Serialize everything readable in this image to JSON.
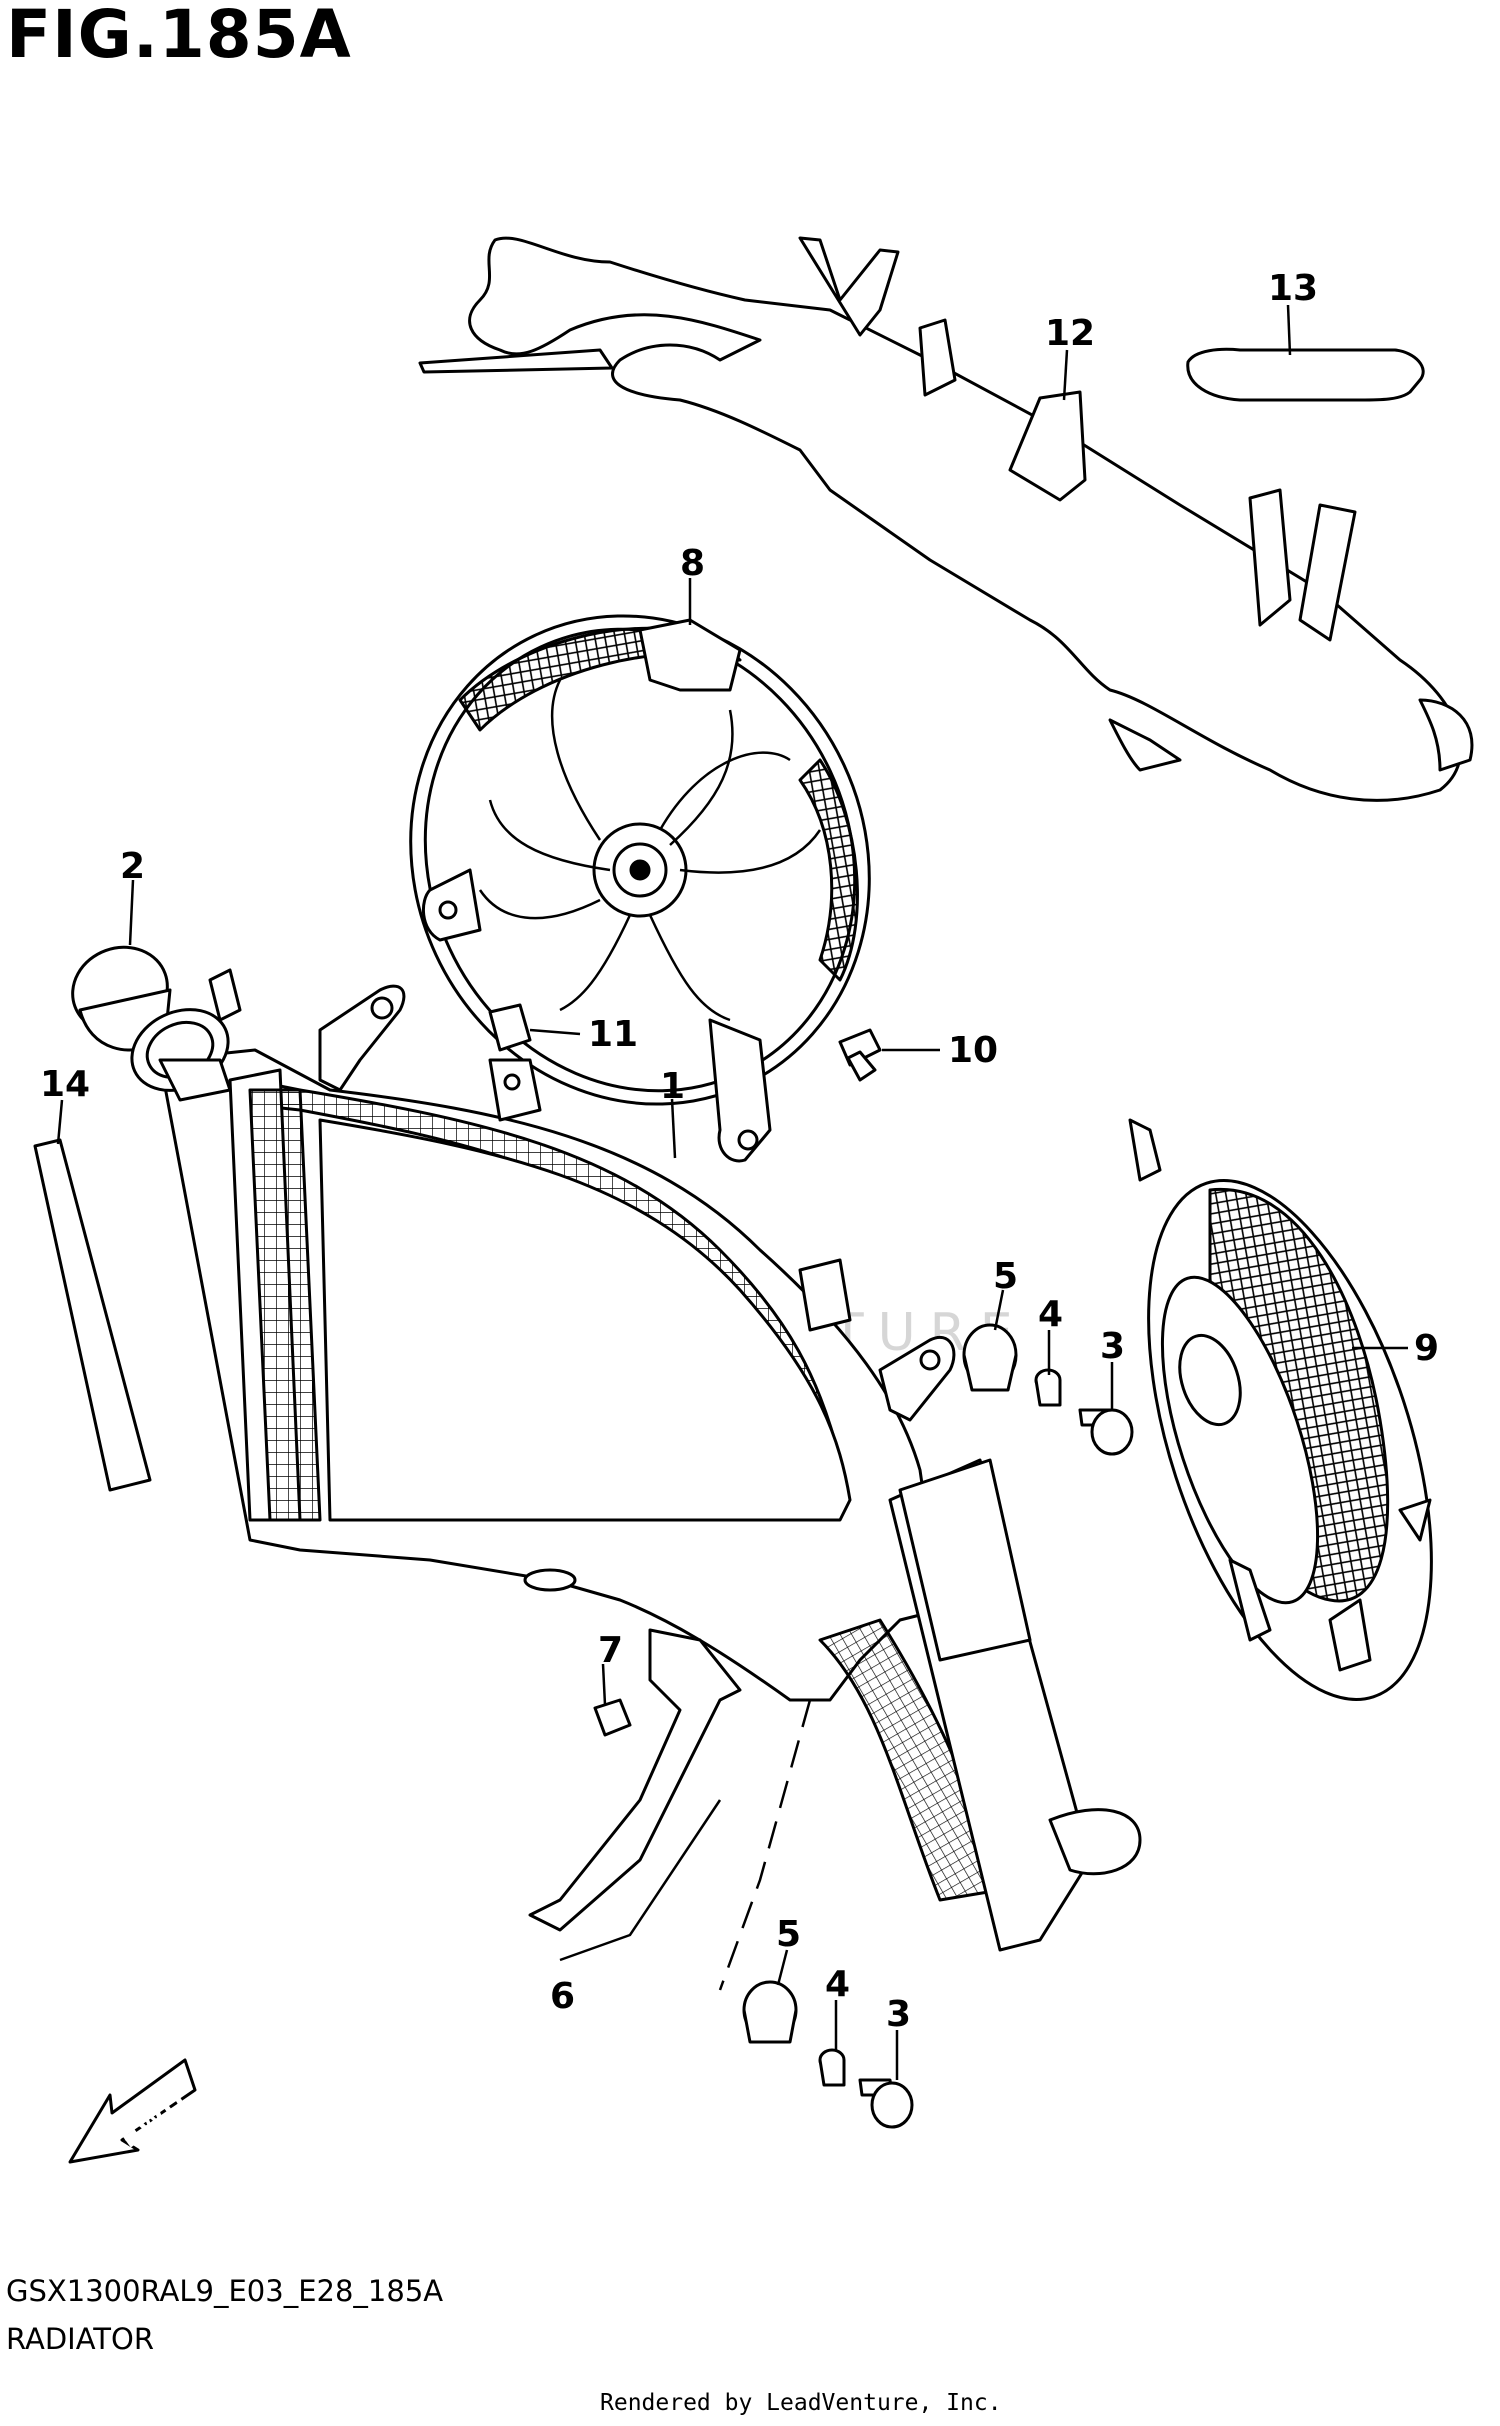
{
  "figure": {
    "title": "FIG.185A",
    "model_code": "GSX1300RAL9_E03_E28_185A",
    "section_name": "RADIATOR",
    "credit": "Rendered by LeadVenture, Inc.",
    "watermark": "LEADVENTURE",
    "fwd_label": "FWD"
  },
  "callouts": [
    {
      "id": "c1",
      "number": "1"
    },
    {
      "id": "c2",
      "number": "2"
    },
    {
      "id": "c3a",
      "number": "3"
    },
    {
      "id": "c3b",
      "number": "3"
    },
    {
      "id": "c4a",
      "number": "4"
    },
    {
      "id": "c4b",
      "number": "4"
    },
    {
      "id": "c5a",
      "number": "5"
    },
    {
      "id": "c5b",
      "number": "5"
    },
    {
      "id": "c6",
      "number": "6"
    },
    {
      "id": "c7",
      "number": "7"
    },
    {
      "id": "c8",
      "number": "8"
    },
    {
      "id": "c9",
      "number": "9"
    },
    {
      "id": "c10",
      "number": "10"
    },
    {
      "id": "c11",
      "number": "11"
    },
    {
      "id": "c12",
      "number": "12"
    },
    {
      "id": "c13",
      "number": "13"
    },
    {
      "id": "c14",
      "number": "14"
    }
  ]
}
